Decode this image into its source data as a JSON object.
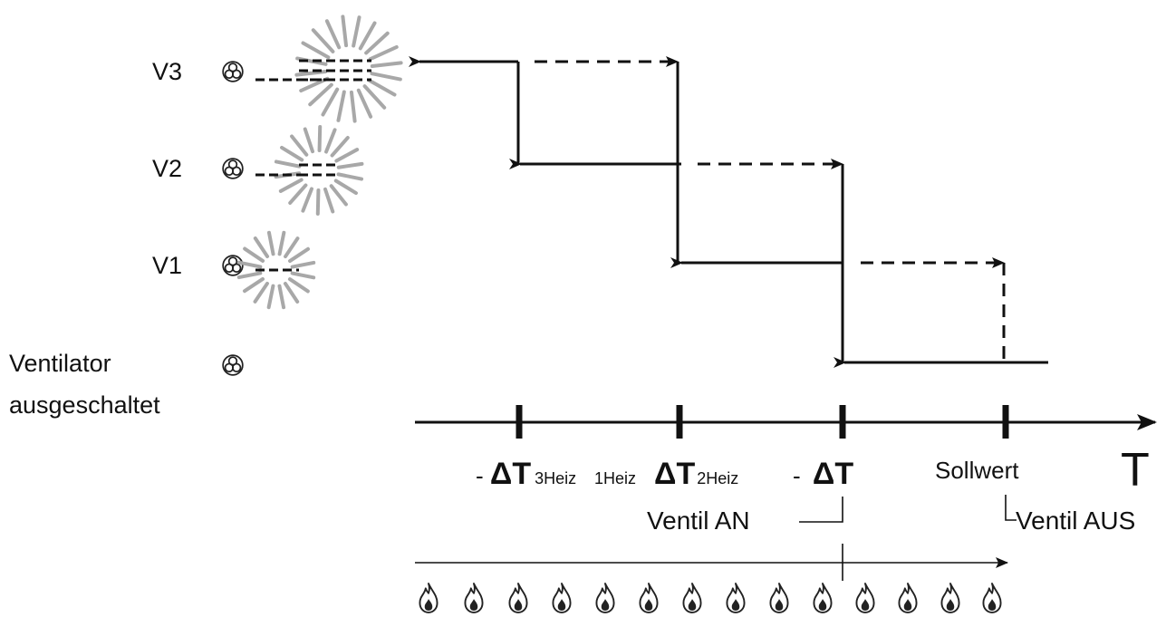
{
  "levels": [
    {
      "label": "V3",
      "icon": "fan-icon"
    },
    {
      "label": "V2",
      "icon": "fan-icon"
    },
    {
      "label": "V1",
      "icon": "fan-icon"
    }
  ],
  "fan_off": {
    "line1": "Ventilator",
    "line2": "ausgeschaltet",
    "icon": "fan-icon"
  },
  "axis": {
    "label": "T",
    "ticks": {
      "t3_prefix": "- ",
      "t3_delta": "ΔT",
      "t3_sub": "3Heiz",
      "t1_sub": "1Heiz",
      "t2_delta": "ΔT",
      "t2_sub": "2Heiz",
      "t_prefix": "- ",
      "t_delta": "ΔT",
      "setpoint": "Sollwert"
    }
  },
  "valve": {
    "on": "Ventil AN",
    "off": "Ventil AUS"
  },
  "heating_icon": "flame-icon",
  "colors": {
    "line": "#111111",
    "glow": "#a8a8a8"
  }
}
